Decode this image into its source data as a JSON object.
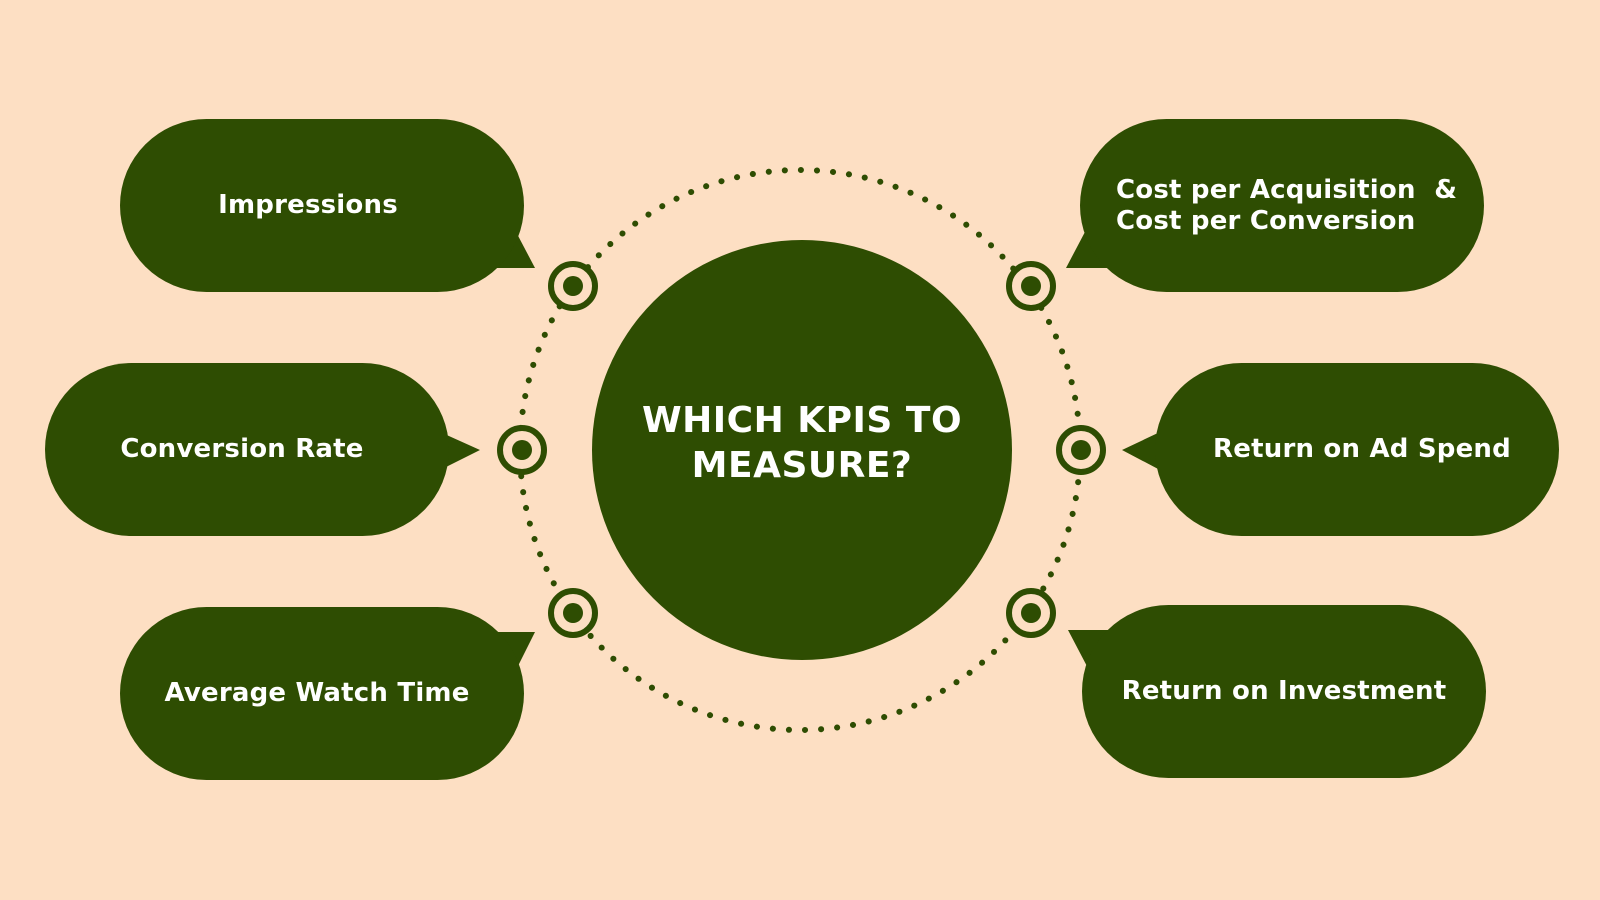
{
  "colors": {
    "background": "#fddfc3",
    "shape_fill": "#2e4d02",
    "text": "#ffffff"
  },
  "center": {
    "title_line_1": "WHICH KPIS TO",
    "title_line_2": "MEASURE?"
  },
  "kpis": {
    "impressions": "Impressions",
    "conversion_rate": "Conversion Rate",
    "average_watch_time": "Average Watch Time",
    "cost_line_1": "Cost per Acquisition  &",
    "cost_line_2": "Cost per Conversion",
    "return_on_ad_spend": "Return on Ad Spend",
    "return_on_investment": "Return on Investment"
  }
}
